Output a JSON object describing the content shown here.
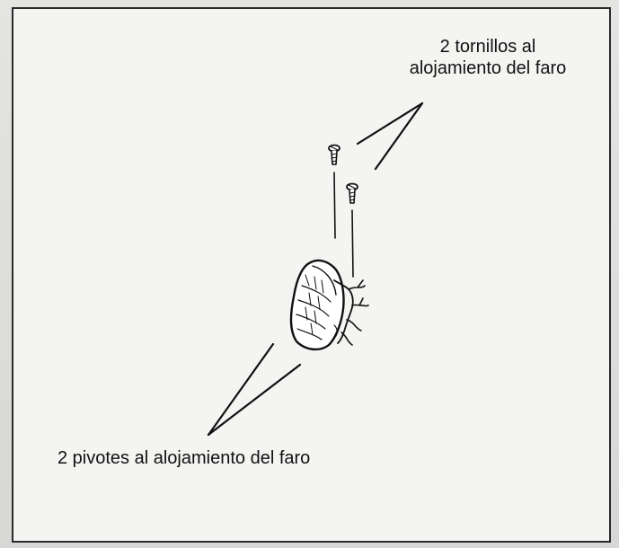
{
  "diagram": {
    "labels": {
      "top_line1": "2 tornillos al",
      "top_line2": "alojamiento del faro",
      "bottom": "2 pivotes al alojamiento del faro"
    }
  }
}
